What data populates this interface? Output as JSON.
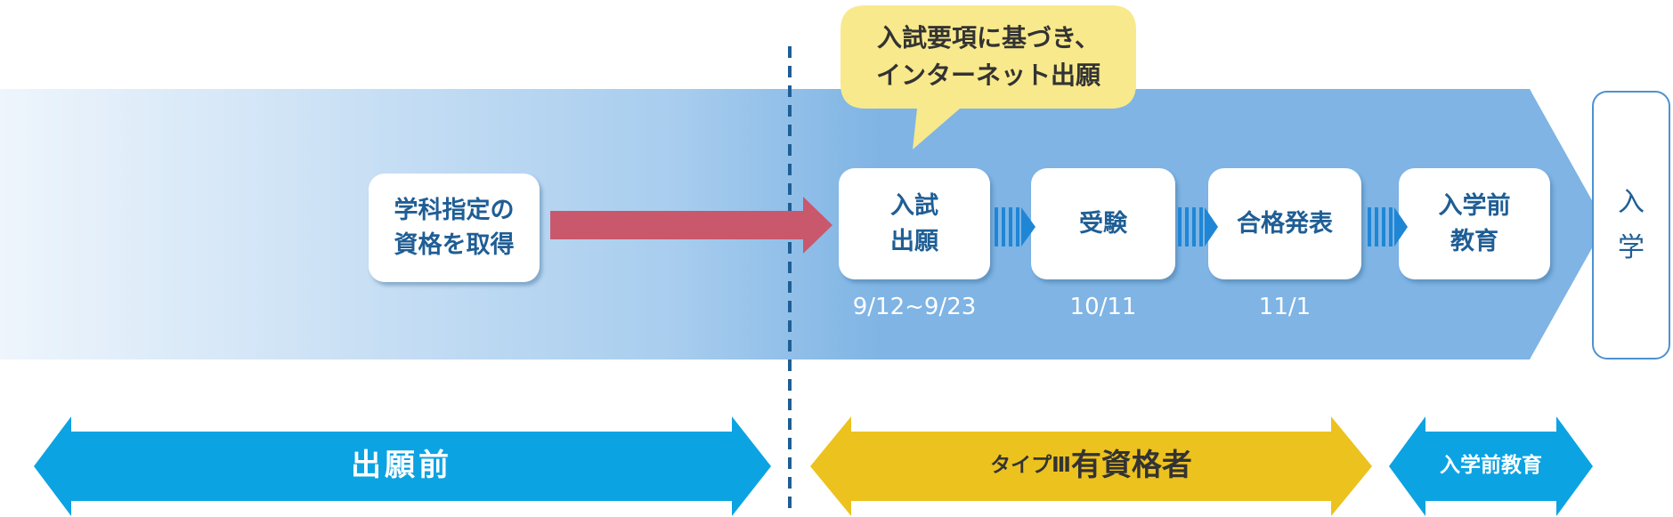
{
  "callout": {
    "text": "入試要項に基づき、\nインターネット出願"
  },
  "prerequisite": {
    "text": "学科指定の\n資格を取得"
  },
  "steps": [
    {
      "label": "入試\n出願",
      "date": "9/12~9/23"
    },
    {
      "label": "受験",
      "date": "10/11"
    },
    {
      "label": "合格発表",
      "date": "11/1"
    },
    {
      "label": "入学前\n教育",
      "date": ""
    }
  ],
  "goal": {
    "label": "入\n学"
  },
  "phases": [
    {
      "label": "出願前"
    },
    {
      "label_prefix": "タイプⅢ",
      "label_main": "有資格者"
    },
    {
      "label": "入学前教育"
    }
  ],
  "colors": {
    "band_light": "#eef5fc",
    "band_mid": "#a8cdee",
    "band_dark": "#7fb4e4",
    "box_text": "#1f5e95",
    "prereq_arrow": "#c9586c",
    "step_connector": "#1f86d6",
    "callout_bg": "#f8e98c",
    "phase_before": "#0ca3e2",
    "phase_qualified": "#ecc21f",
    "phase_pre_edu": "#0ca3e2",
    "divider": "#1f5e95",
    "goal_border": "#4d92cf"
  }
}
